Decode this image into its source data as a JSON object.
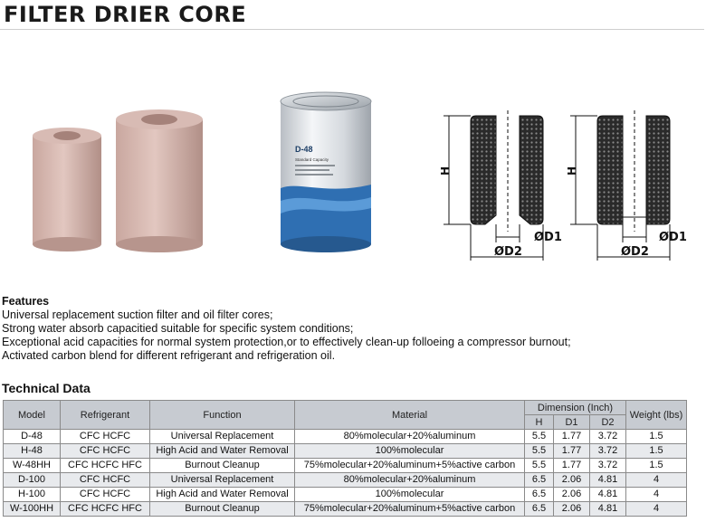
{
  "title": "FILTER DRIER CORE",
  "can": {
    "model": "D-48",
    "label_lines": [
      "Standard Capacity"
    ]
  },
  "diagram": {
    "labels": [
      "H",
      "ØD1",
      "ØD2"
    ]
  },
  "features": {
    "heading": "Features",
    "items": [
      "Universal replacement suction filter and oil filter cores;",
      "Strong water absorb capacitied suitable for specific system conditions;",
      "Exceptional acid capacities for normal system protection,or to effectively clean-up folloeing a compressor burnout;",
      "Activated carbon blend for different refrigerant and refrigeration oil."
    ]
  },
  "tech": {
    "heading": "Technical Data",
    "headers": {
      "model": "Model",
      "refrigerant": "Refrigerant",
      "function": "Function",
      "material": "Material",
      "dimension": "Dimension (Inch)",
      "weight": "Weight (lbs)",
      "h": "H",
      "d1": "D1",
      "d2": "D2"
    },
    "rows": [
      [
        "D-48",
        "CFC HCFC",
        "Universal Replacement",
        "80%molecular+20%aluminum",
        "5.5",
        "1.77",
        "3.72",
        "1.5"
      ],
      [
        "H-48",
        "CFC HCFC",
        "High Acid and Water Removal",
        "100%molecular",
        "5.5",
        "1.77",
        "3.72",
        "1.5"
      ],
      [
        "W-48HH",
        "CFC HCFC HFC",
        "Burnout Cleanup",
        "75%molecular+20%aluminum+5%active carbon",
        "5.5",
        "1.77",
        "3.72",
        "1.5"
      ],
      [
        "D-100",
        "CFC HCFC",
        "Universal Replacement",
        "80%molecular+20%aluminum",
        "6.5",
        "2.06",
        "4.81",
        "4"
      ],
      [
        "H-100",
        "CFC HCFC",
        "High Acid and Water Removal",
        "100%molecular",
        "6.5",
        "2.06",
        "4.81",
        "4"
      ],
      [
        "W-100HH",
        "CFC HCFC HFC",
        "Burnout Cleanup",
        "75%molecular+20%aluminum+5%active carbon",
        "6.5",
        "2.06",
        "4.81",
        "4"
      ]
    ]
  }
}
